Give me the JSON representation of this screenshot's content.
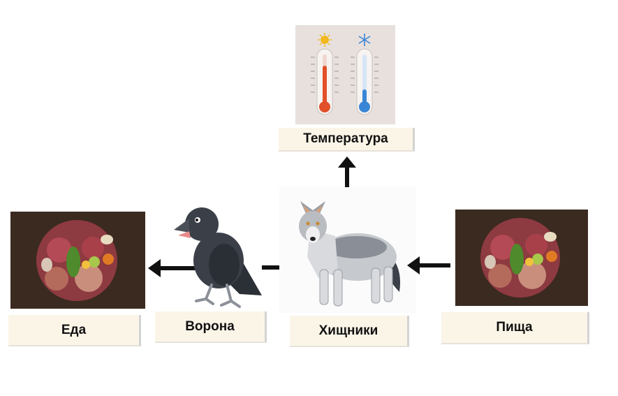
{
  "nodes": {
    "temperature": {
      "label": "Температура",
      "picture": "thermometers-icon"
    },
    "food_left": {
      "label": "Еда",
      "picture": "food-plate-image"
    },
    "crow": {
      "label": "Ворона",
      "picture": "crow-illustration"
    },
    "predators": {
      "label": "Хищники",
      "picture": "wolf-illustration"
    },
    "food_right": {
      "label": "Пища",
      "picture": "food-plate-image"
    }
  },
  "arrows": [
    {
      "from": "predators",
      "to": "temperature",
      "direction": "up"
    },
    {
      "from": "crow",
      "to": "food_left",
      "direction": "left"
    },
    {
      "from": "crow",
      "to": "predators",
      "direction": "right"
    },
    {
      "from": "food_right",
      "to": "predators",
      "direction": "left"
    }
  ],
  "colors": {
    "label_bg": "#fbf5e8",
    "arrow": "#111111",
    "hot": "#e2502a",
    "cold": "#3a86d6",
    "soil": "#3b2a20"
  }
}
